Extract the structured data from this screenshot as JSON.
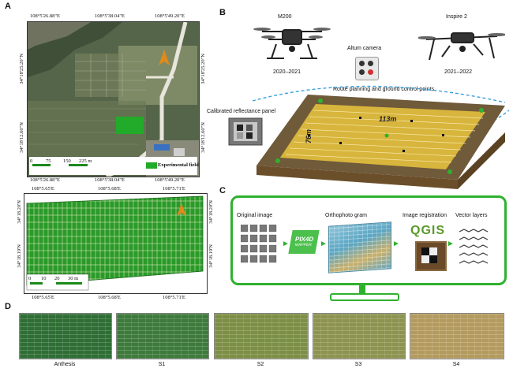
{
  "panels": {
    "a": "A",
    "b": "B",
    "c": "C",
    "d": "D"
  },
  "panel_a": {
    "top_coords": [
      "108°5'26.88\"E",
      "108°5'38.04\"E",
      "108°5'49.20\"E"
    ],
    "bottom_coords": [
      "108°5'26.88\"E",
      "108°5'38.04\"E",
      "108°5'49.20\"E"
    ],
    "left_coords": [
      "34°18'25.20\"N",
      "34°18'12.60\"N"
    ],
    "right_coords": [
      "34°18'25.20\"N",
      "34°18'12.60\"N"
    ],
    "scale_ticks": [
      "0",
      "75",
      "150",
      "225 m"
    ],
    "legend_label": "Experimental field",
    "plot_top_coords": [
      "108°5.65'E",
      "108°5.68'E",
      "108°5.71'E"
    ],
    "plot_bottom_coords": [
      "108°5.65'E",
      "108°5.68'E",
      "108°5.71'E"
    ],
    "plot_left_coords": [
      "34°18.20'N",
      "34°18.19'N"
    ],
    "plot_right_coords": [
      "34°18.20'N",
      "34°18.19'N"
    ],
    "plot_scale_ticks": [
      "0",
      "10",
      "20",
      "30 m"
    ]
  },
  "panel_b": {
    "drone_left": "M200",
    "drone_right": "Inspire 2",
    "camera": "Altum camera",
    "years_left": "2020–2021",
    "years_right": "2021–2022",
    "route": "Route planning and ground control points",
    "panel_label": "Calibrated reflectance panel",
    "dim_long": "113m",
    "dim_short": "76m"
  },
  "panel_c": {
    "step1": "Original image",
    "step2": "Orthophoto gram",
    "step3": "Image registration",
    "step4": "Vector layers",
    "pix4d": "PIX4D",
    "mapper": "MAPPER",
    "qgis": "QGIS"
  },
  "panel_d": {
    "stages": [
      "Anthesis",
      "S1",
      "S2",
      "S3",
      "S4"
    ],
    "colors": [
      "#2f6e35",
      "#3e7a3c",
      "#7c8f45",
      "#8d9350",
      "#b39a5e"
    ]
  },
  "colors": {
    "field_green": "#22aa2a",
    "frame_green": "#2fb12f",
    "route_blue": "#3aa0dc"
  }
}
